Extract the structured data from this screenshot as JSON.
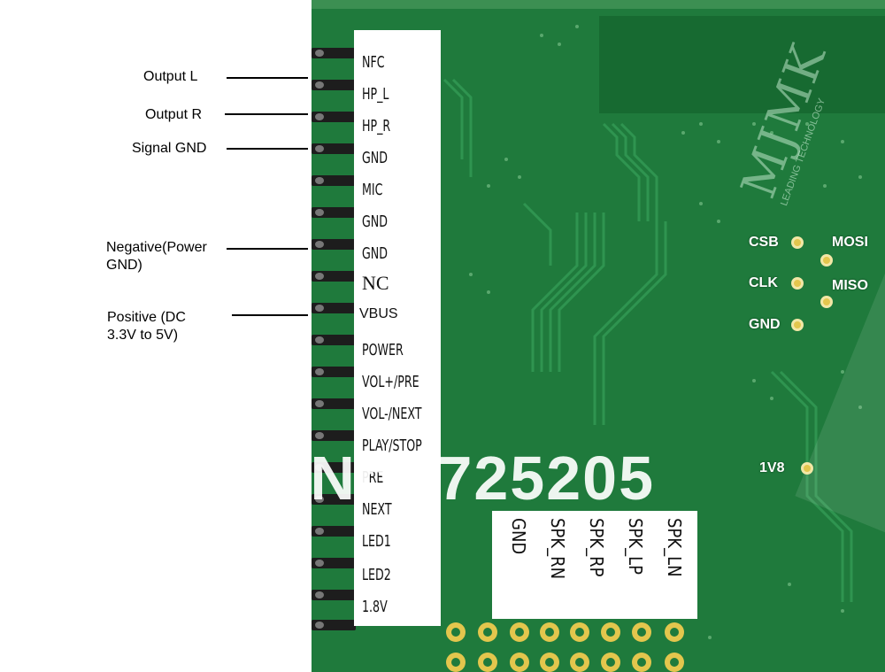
{
  "left_annotations": [
    {
      "id": "output-l",
      "text": "Output L"
    },
    {
      "id": "output-r",
      "text": "Output R"
    },
    {
      "id": "signal-gnd",
      "text": "Signal GND"
    },
    {
      "id": "negative",
      "text": "Negative(Power GND)"
    },
    {
      "id": "positive",
      "text": "Positive (DC 3.3V to 5V)"
    }
  ],
  "pin_labels": [
    "NFC",
    "HP_L",
    "HP_R",
    "GND",
    "MIC",
    "GND",
    "GND",
    "NC",
    "VBUS",
    "POWER",
    "VOL+/PRE",
    "VOL-/NEXT",
    "PLAY/STOP",
    "PRE",
    "NEXT",
    "LED1",
    "LED2",
    "1.8V"
  ],
  "bottom_labels": [
    "GND",
    "SPK_RN",
    "SPK_RP",
    "SPK_LP",
    "SPK_LN"
  ],
  "pad_labels": {
    "csb": "CSB",
    "mosi": "MOSI",
    "clk": "CLK",
    "miso": "MISO",
    "gnd": "GND",
    "v18": "1V8"
  },
  "watermark": {
    "brand": "MJMK",
    "tagline": "LEADING TECHNOLOGY",
    "store": "Store No: 725205"
  },
  "colors": {
    "pcb": "#1f7a3c",
    "pad": "#e3c64d",
    "panel": "#ffffff"
  }
}
